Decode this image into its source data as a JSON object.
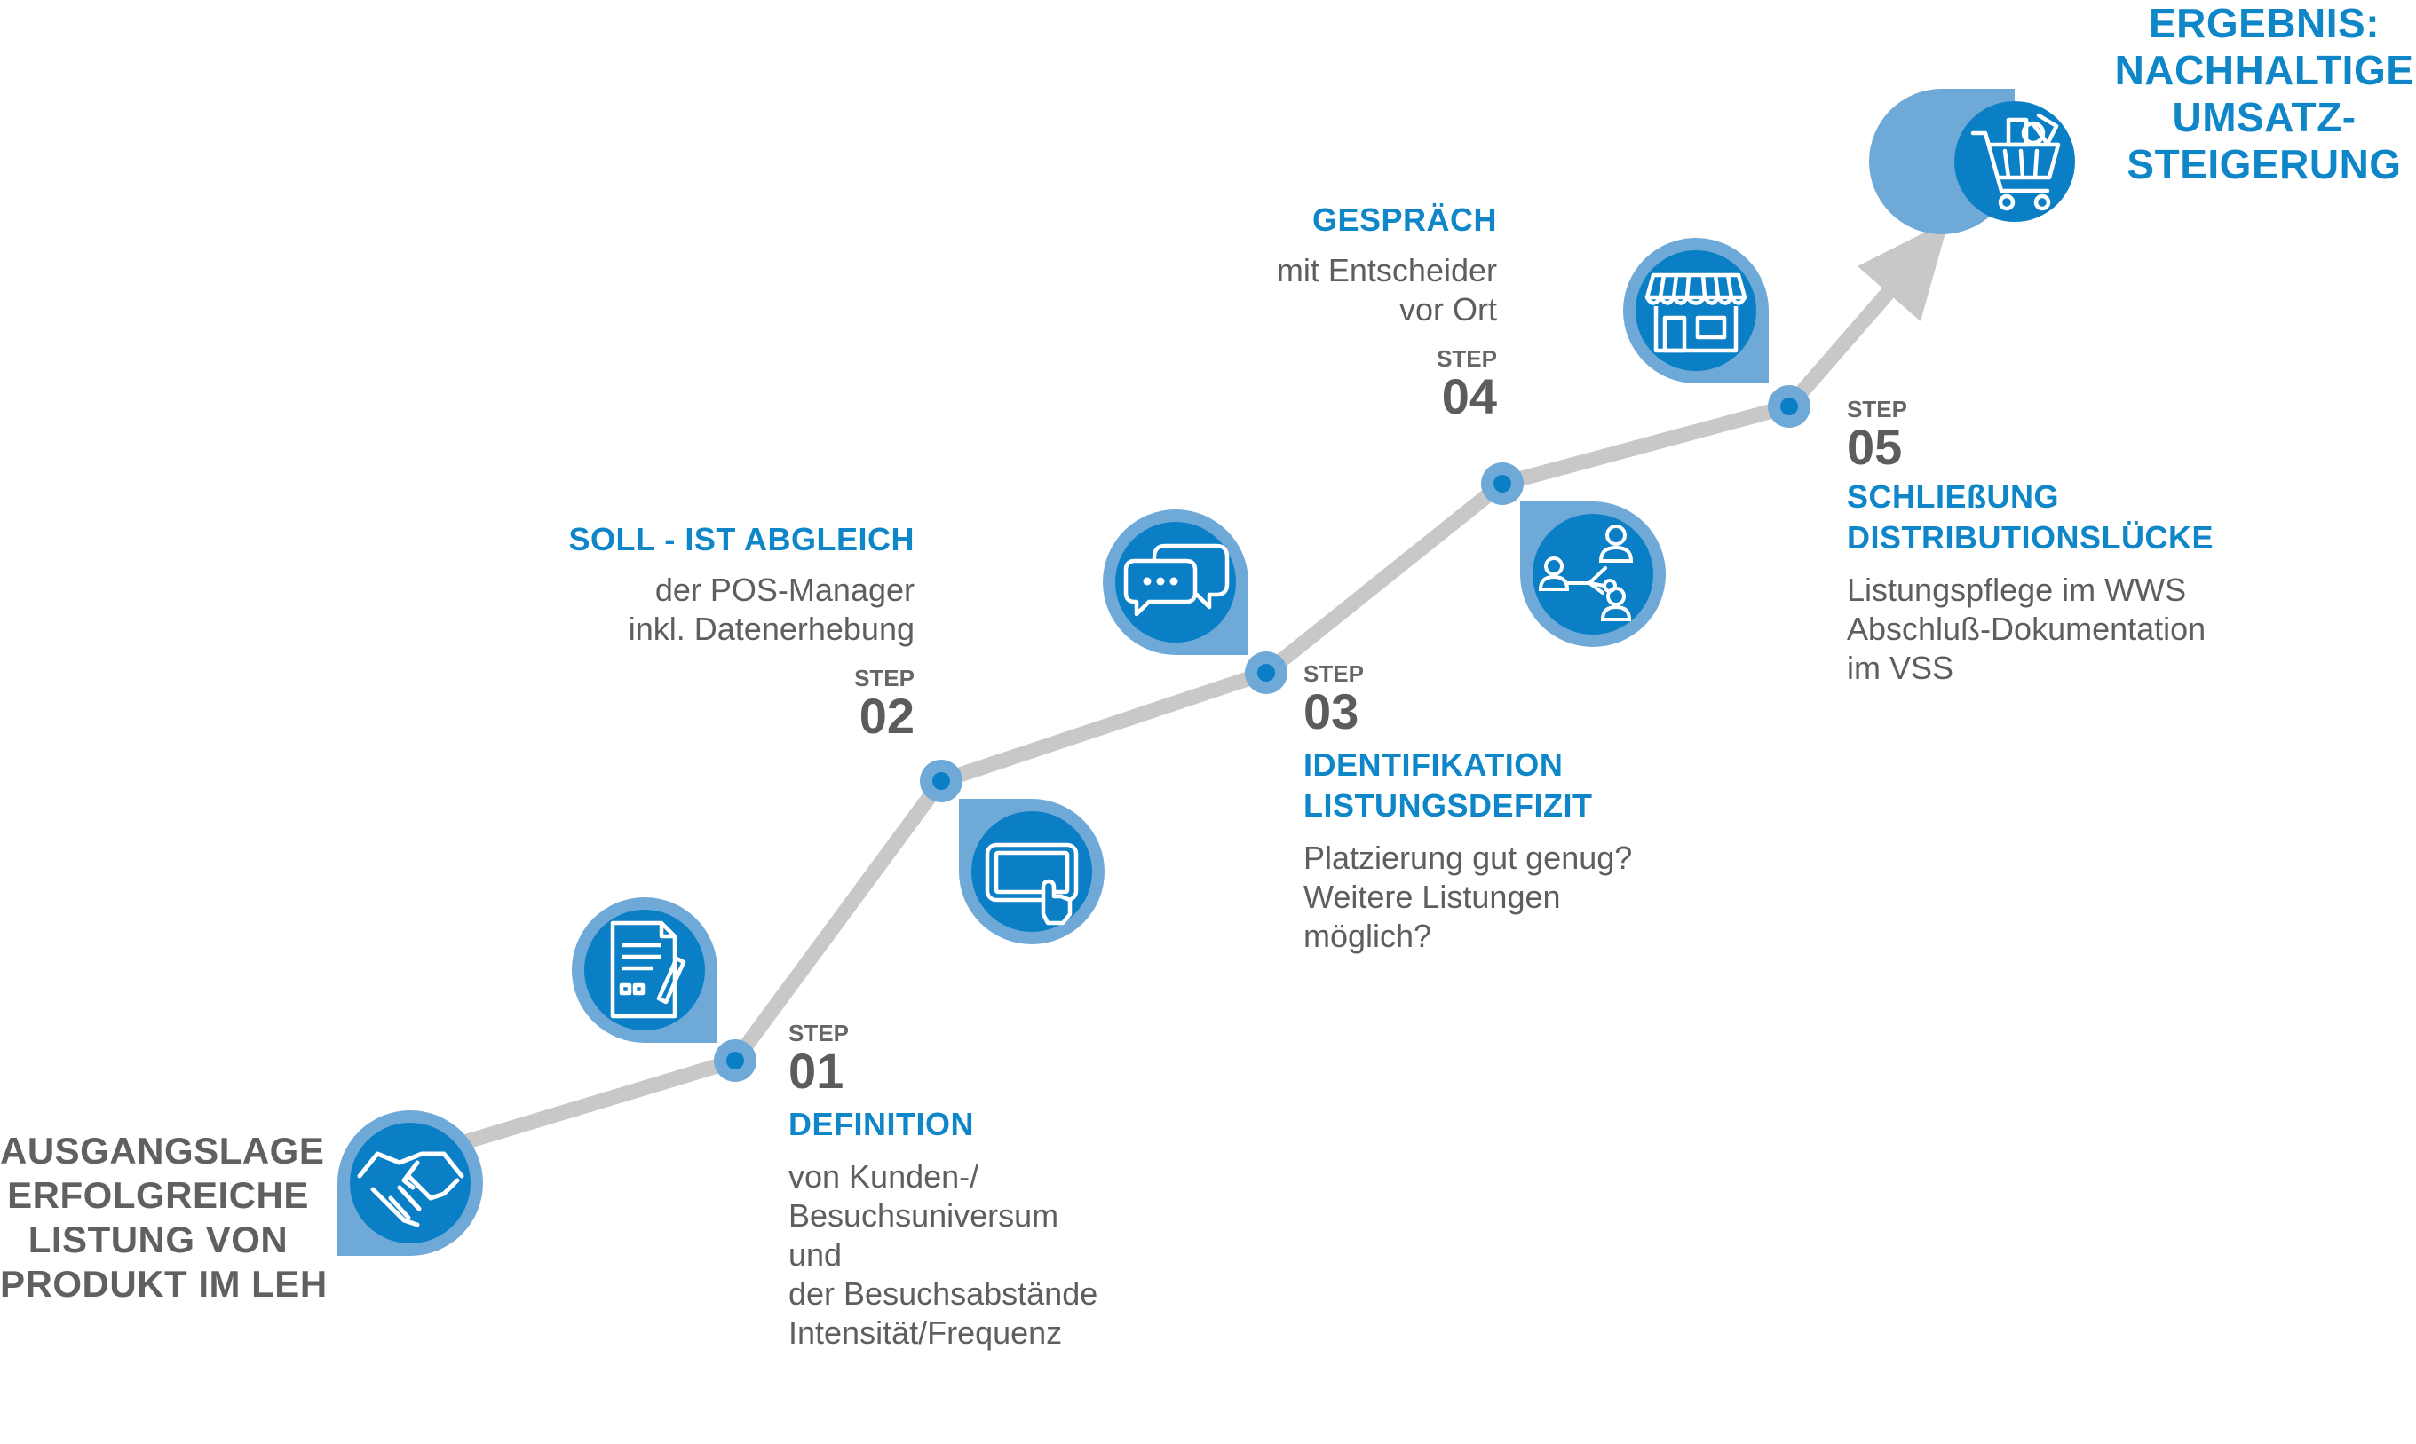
{
  "colors": {
    "line": "#c8c8c8",
    "node_outer": "#6fa9d8",
    "node_inner": "#0a7fc6",
    "pin_light": "#6fa9d8",
    "pin_dark": "#0a7fc6",
    "heading": "#0e86c8",
    "text": "#5e5e5e"
  },
  "start": {
    "lines": [
      "AUSGANGSLAGE",
      "ERFOLGREICHE",
      "LISTUNG VON",
      "PRODUKT IM LEH"
    ],
    "icon": "handshake-icon"
  },
  "result": {
    "lines": [
      "ERGEBNIS:",
      "NACHHALTIGE",
      "UMSATZ-",
      "STEIGERUNG"
    ],
    "icon": "shopping-cart-icon"
  },
  "steps": [
    {
      "step_label": "STEP",
      "number": "01",
      "heading": [
        "DEFINITION"
      ],
      "body": [
        "von Kunden-/",
        "Besuchsuniversum",
        "und",
        "der Besuchsabstände",
        "Intensität/Frequenz"
      ],
      "icon": "document-pen-icon"
    },
    {
      "step_label": "STEP",
      "number": "02",
      "heading": [
        "SOLL - IST ABGLEICH"
      ],
      "body": [
        "der POS-Manager",
        "inkl. Datenerhebung"
      ],
      "icon": "tablet-touch-icon"
    },
    {
      "step_label": "STEP",
      "number": "03",
      "heading": [
        "IDENTIFIKATION",
        "LISTUNGSDEFIZIT"
      ],
      "body": [
        "Platzierung gut genug?",
        "Weitere Listungen",
        "möglich?"
      ],
      "icon": "chat-bubbles-icon"
    },
    {
      "step_label": "STEP",
      "number": "04",
      "heading": [
        "GESPRÄCH"
      ],
      "body": [
        "mit Entscheider",
        "vor Ort"
      ],
      "icon": "people-network-icon"
    },
    {
      "step_label": "STEP",
      "number": "05",
      "heading": [
        "SCHLIEßUNG",
        "DISTRIBUTIONSLÜCKE"
      ],
      "body": [
        "Listungspflege im WWS",
        "Abschluß-Dokumentation",
        "im VSS"
      ],
      "icon": "storefront-icon"
    }
  ]
}
